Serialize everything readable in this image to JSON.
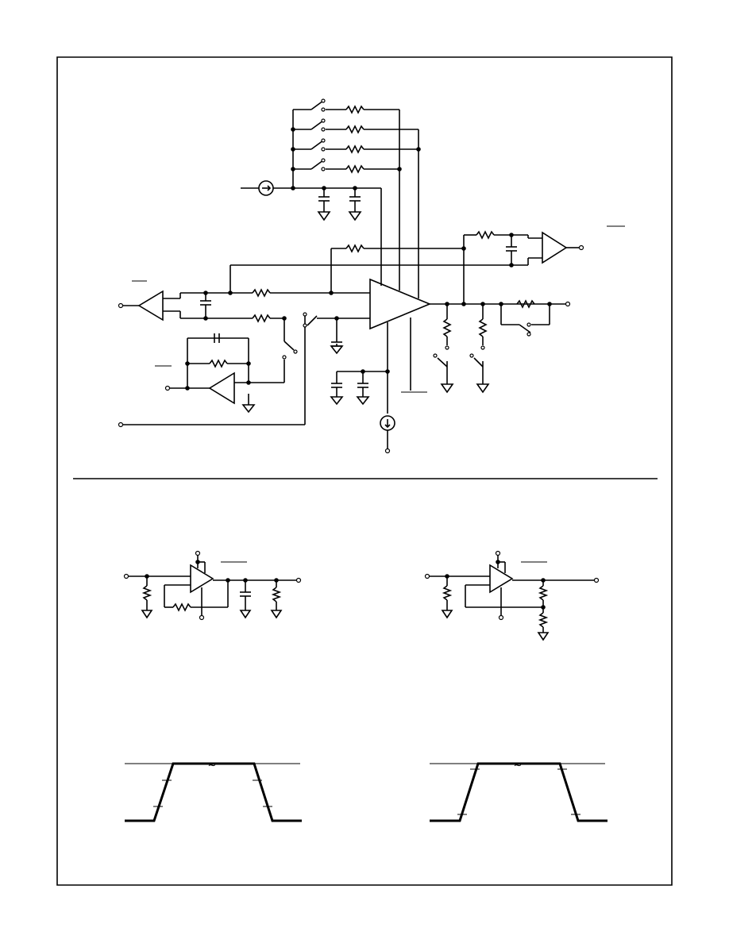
{
  "document": {
    "type": "datasheet-figure-page",
    "sections": [
      "test-circuit",
      "load-circuits",
      "timing-waveforms"
    ]
  },
  "icons": {
    "resistor": "resistor-icon",
    "capacitor": "capacitor-icon",
    "ground": "ground-icon",
    "switch": "switch-icon",
    "buffer": "buffer-amp-icon",
    "current_source": "current-source-icon",
    "comparator": "comparator-icon"
  },
  "colors": {
    "ink": "#000000",
    "paper": "#ffffff"
  },
  "waveforms": {
    "break_symbol": "≈"
  }
}
